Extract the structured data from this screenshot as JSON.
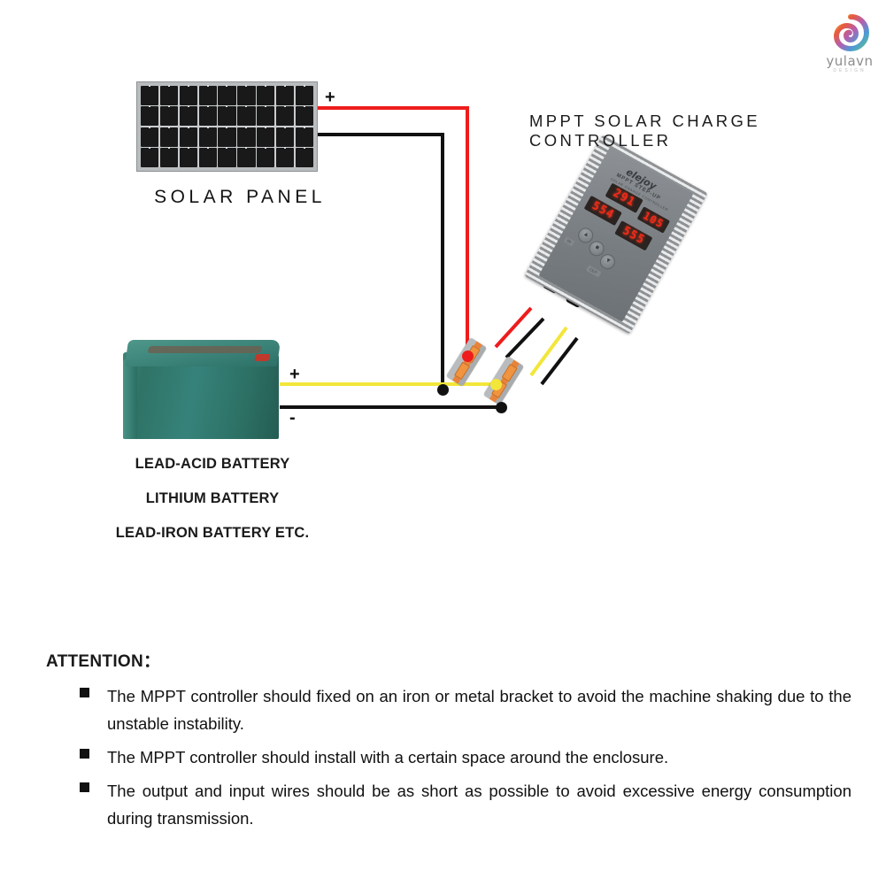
{
  "logo": {
    "brand": "yulavn",
    "sub": "DESIGN",
    "icon": "spiral-logo-icon"
  },
  "diagram": {
    "solar_panel": {
      "label": "SOLAR PANEL",
      "columns": 9,
      "rows": 4,
      "plus": "+",
      "minus": "-"
    },
    "controller": {
      "title": "MPPT SOLAR CHARGE CONTROLLER",
      "brand": "elejoy",
      "model": "MPPT STEP-UP",
      "subtitle": "SOLAR CHARGE CONTROLLER",
      "displays": [
        "291",
        "105",
        "554",
        "555"
      ],
      "buttons": [
        "▲",
        "■",
        "▼"
      ],
      "tags": [
        "IN",
        "OUT"
      ]
    },
    "battery": {
      "plus": "+",
      "minus": "-",
      "labels": [
        "LEAD-ACID BATTERY",
        "LITHIUM BATTERY",
        "LEAD-IRON BATTERY ETC."
      ]
    },
    "wire_colors": {
      "positive_panel": "#ee1c1c",
      "negative": "#111111",
      "positive_battery": "#f2e63a",
      "connector_body": "#e8833a"
    }
  },
  "attention": {
    "title": "ATTENTION：",
    "items": [
      "The MPPT controller should fixed on an iron or metal bracket to avoid the machine shaking due to the unstable instability.",
      "The MPPT controller should install with a certain space around the enclosure.",
      "The output and input wires should be as short as possible to avoid excessive energy consumption during transmission."
    ]
  }
}
